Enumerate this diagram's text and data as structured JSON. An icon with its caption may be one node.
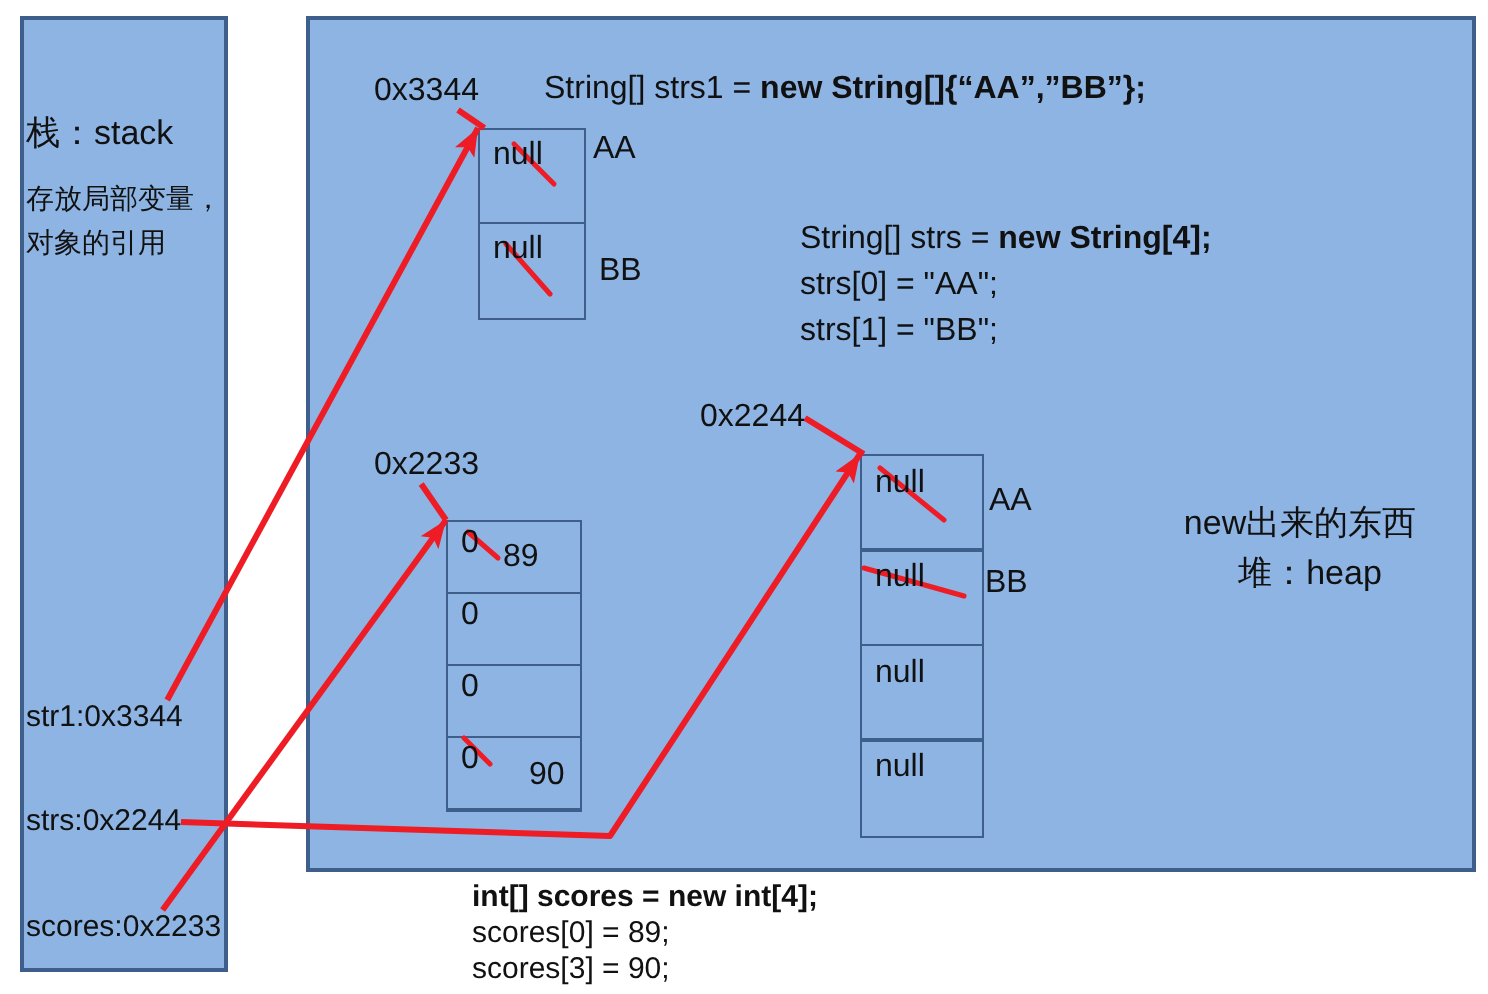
{
  "diagram": {
    "nodes": [
      {
        "text": [
          "栈：stack",
          "存放局部变量，对象的引用"
        ]
      },
      {
        "text": [
          "str1:0x3344"
        ],
        "in": 0
      },
      {
        "text": [
          "strs:0x2244"
        ],
        "in": 0
      },
      {
        "text": [
          "scores:0x2233"
        ],
        "in": 0
      },
      {
        "text": [
          "new出来的东西",
          "堆：heap"
        ]
      },
      {
        "text": [
          "0x3344"
        ],
        "in": 4
      },
      {
        "text": [],
        "shape": "box",
        "in": 4
      },
      {
        "text": [
          "null"
        ],
        "beside": [
          "AA"
        ],
        "in": 6
      },
      {
        "text": [
          "null"
        ],
        "beside": [
          "BB"
        ],
        "in": 6
      },
      {
        "text": [
          "0x2244"
        ],
        "in": 4
      },
      {
        "text": [],
        "shape": "box",
        "in": 4
      },
      {
        "text": [
          "null"
        ],
        "beside": [
          "AA"
        ],
        "in": 10
      },
      {
        "text": [
          "null"
        ],
        "beside": [
          "BB"
        ],
        "in": 10
      },
      {
        "text": [
          "null"
        ],
        "in": 10
      },
      {
        "text": [
          "null"
        ],
        "in": 10
      },
      {
        "text": [
          "0x2233"
        ],
        "in": 4
      },
      {
        "text": [],
        "shape": "box",
        "in": 4
      },
      {
        "text": [
          "0",
          "89"
        ],
        "in": 16
      },
      {
        "text": [
          "0"
        ],
        "in": 16
      },
      {
        "text": [
          "0"
        ],
        "in": 16
      },
      {
        "text": [
          "0",
          "90"
        ],
        "in": 16
      }
    ],
    "edges": [
      {
        "from": 1,
        "to": 6,
        "arrow": "to"
      },
      {
        "from": 2,
        "to": 10,
        "arrow": "to"
      },
      {
        "from": 3,
        "to": 16,
        "arrow": "to"
      },
      {
        "from": 5,
        "to": 6,
        "arrow": "none"
      },
      {
        "from": 9,
        "to": 10,
        "arrow": "none"
      },
      {
        "from": 15,
        "to": 16,
        "arrow": "none"
      }
    ],
    "labels": [
      "String[] strs1 = **new String[]{“AA”,”BB”};**",
      "String[] strs = **new String[4];**",
      "strs[0] = \"AA\";",
      "strs[1] = \"BB\";",
      "int[] scores = new int[4];",
      "scores[0] = 89;",
      "scores[3] = 90;"
    ]
  }
}
